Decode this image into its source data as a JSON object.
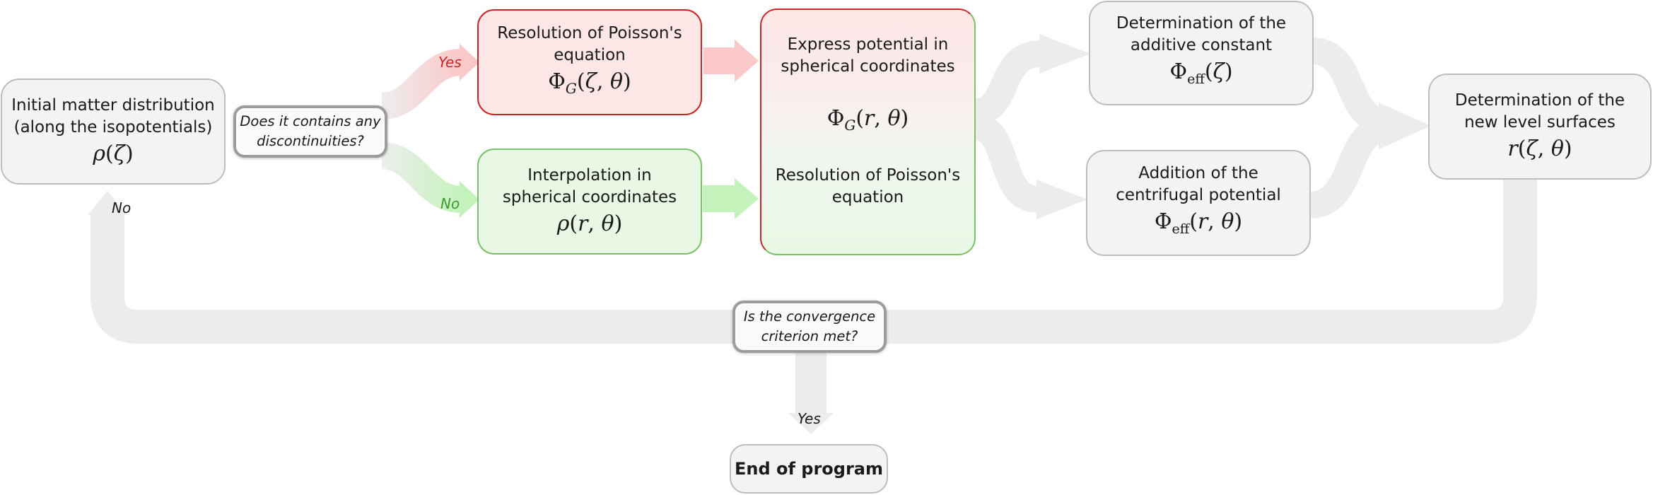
{
  "boxes": {
    "initial": {
      "label_line1": "Initial matter distribution",
      "label_line2": "(along the isopotentials)",
      "formula": "ρ(ζ)"
    },
    "poisson_res": {
      "label_line1": "Resolution of Poisson's",
      "label_line2": "equation",
      "formula": "Φ_G(ζ, θ)"
    },
    "interp": {
      "label_line1": "Interpolation in",
      "label_line2": "spherical coordinates",
      "formula": "ρ(r, θ)"
    },
    "spherical": {
      "label_line1": "Express potential in",
      "label_line2": "spherical coordinates",
      "formula": "Φ_G(r, θ)",
      "label_line3": "Resolution of Poisson's",
      "label_line4": "equation"
    },
    "additive": {
      "label_line1": "Determination of the",
      "label_line2": "additive constant",
      "formula": "Φ_eff(ζ)"
    },
    "centrifugal": {
      "label_line1": "Addition of the",
      "label_line2": "centrifugal potential",
      "formula": "Φ_eff(r, θ)"
    },
    "level": {
      "label_line1": "Determination of the",
      "label_line2": "new level surfaces",
      "formula": "r(ζ, θ)"
    },
    "end": {
      "label": "End of program"
    }
  },
  "decisions": {
    "discontinuities": {
      "line1": "Does it contains any",
      "line2": "discontinuities?"
    },
    "convergence": {
      "line1": "Is the convergence",
      "line2": "criterion met?"
    }
  },
  "edges": {
    "yes_top": "Yes",
    "no_middle": "No",
    "no_left": "No",
    "yes_bottom": "Yes"
  },
  "colors": {
    "yes_red": "#c62828",
    "no_green": "#3a9a2a",
    "arrow_gray": "#ececec",
    "arrow_red": "#fac8c8",
    "arrow_green": "#c4f2bb"
  }
}
